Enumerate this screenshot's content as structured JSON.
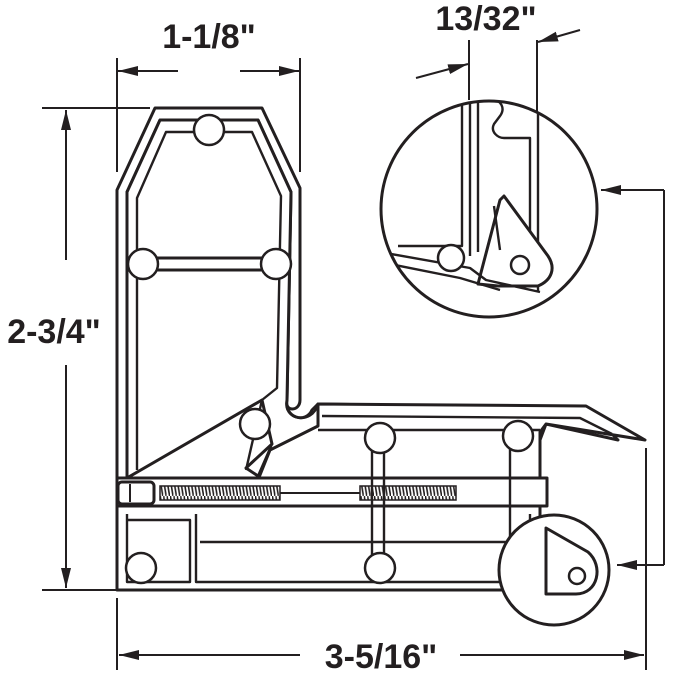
{
  "diagram": {
    "dimensions": {
      "top_width": "1-1/8\"",
      "detail_gap": "13/32\"",
      "height": "2-3/4\"",
      "bottom_width": "3-5/16\""
    }
  }
}
